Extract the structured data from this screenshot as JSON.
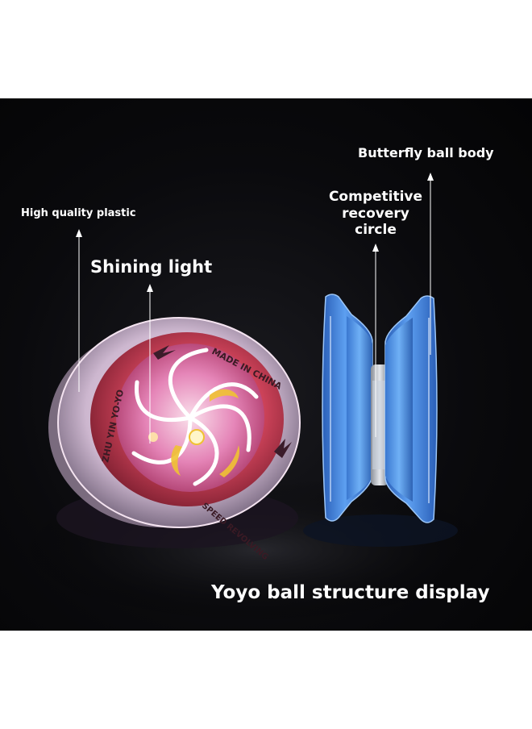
{
  "labels": {
    "high_quality_plastic": "High quality plastic",
    "shining_light": "Shining light",
    "competitive_recovery_circle": "Competitive recovery circle",
    "butterfly_ball_body": "Butterfly ball body"
  },
  "caption": "Yoyo ball structure display",
  "yoyo_front_text": {
    "made_in_china": "MADE IN CHINA",
    "brand": "ZHU YIN YO-YO",
    "model": "SPEED REVOLVING"
  },
  "colors": {
    "background": "#050507",
    "front_yoyo_rim": "#e9d6e8",
    "front_yoyo_body": "#d2455c",
    "side_yoyo_body": "#3f7fd6",
    "label_text": "#ffffff"
  }
}
